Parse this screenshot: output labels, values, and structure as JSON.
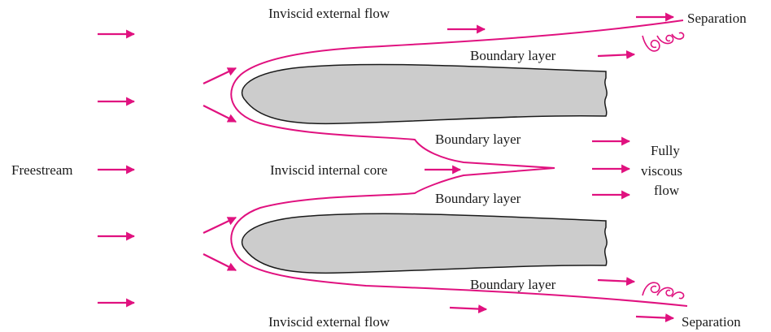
{
  "colors": {
    "flow_line": "#e0117f",
    "body_fill": "#cccccc",
    "body_outline": "#1a1a1a",
    "text": "#1a1a1a",
    "background": "#ffffff"
  },
  "labels": {
    "inviscid_external_top": "Inviscid external flow",
    "inviscid_external_bottom": "Inviscid external flow",
    "separation_top": "Separation",
    "separation_bottom": "Separation",
    "boundary_layer_upper_outer": "Boundary layer",
    "boundary_layer_upper_inner": "Boundary layer",
    "boundary_layer_lower_inner": "Boundary layer",
    "boundary_layer_lower_outer": "Boundary layer",
    "freestream": "Freestream",
    "inviscid_internal_core": "Inviscid internal core",
    "fully_viscous_flow": [
      "Fully",
      "viscous",
      "flow"
    ]
  }
}
